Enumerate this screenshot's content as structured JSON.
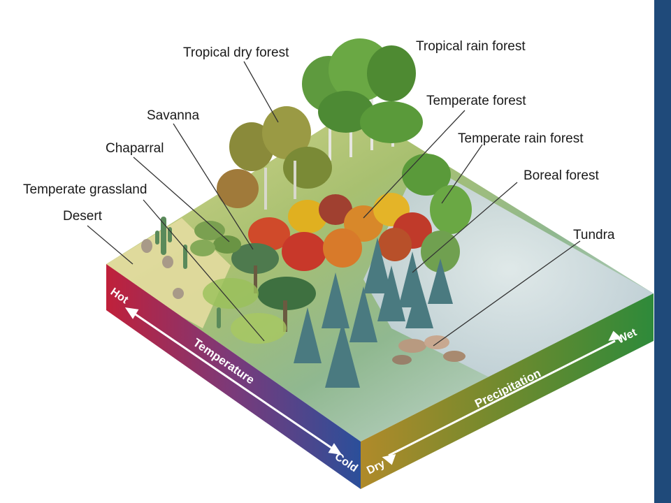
{
  "biomes": {
    "tropical_dry_forest": "Tropical dry forest",
    "tropical_rain_forest": "Tropical rain forest",
    "savanna": "Savanna",
    "temperate_forest": "Temperate forest",
    "chaparral": "Chaparral",
    "temperate_rain_forest": "Temperate rain forest",
    "temperate_grassland": "Temperate grassland",
    "boreal_forest": "Boreal forest",
    "desert": "Desert",
    "tundra": "Tundra"
  },
  "axes": {
    "temperature": {
      "title": "Temperature",
      "hot": "Hot",
      "cold": "Cold"
    },
    "precipitation": {
      "title": "Precipitation",
      "dry": "Dry",
      "wet": "Wet"
    }
  },
  "colors": {
    "hot": "#c0203a",
    "cold": "#2b4f9a",
    "dry": "#b08a2a",
    "wet": "#2e8a3a",
    "sidebar": "#1f4a7a"
  }
}
